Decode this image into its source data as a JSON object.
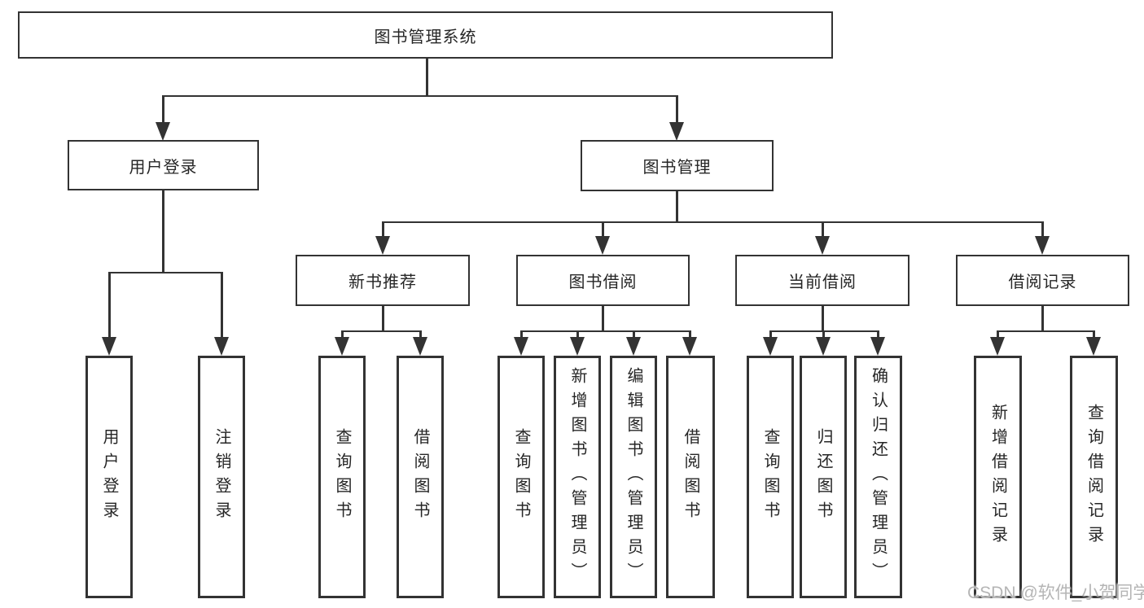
{
  "tree": {
    "label": "图书管理系统",
    "children": [
      {
        "label": "用户登录",
        "children": [
          {
            "label": "用户登录"
          },
          {
            "label": "注销登录"
          }
        ]
      },
      {
        "label": "图书管理",
        "children": [
          {
            "label": "新书推荐",
            "children": [
              {
                "label": "查询图书"
              },
              {
                "label": "借阅图书"
              }
            ]
          },
          {
            "label": "图书借阅",
            "children": [
              {
                "label": "查询图书"
              },
              {
                "label": "新增图书（管理员）"
              },
              {
                "label": "编辑图书（管理员）"
              },
              {
                "label": "借阅图书"
              }
            ]
          },
          {
            "label": "当前借阅",
            "children": [
              {
                "label": "查询图书"
              },
              {
                "label": "归还图书"
              },
              {
                "label": "确认归还（管理员）"
              }
            ]
          },
          {
            "label": "借阅记录",
            "children": [
              {
                "label": "新增借阅记录"
              },
              {
                "label": "查询借阅记录"
              }
            ]
          }
        ]
      }
    ]
  },
  "watermark": {
    "text": "CSDN @软件_小贺同学"
  },
  "colors": {
    "line": "#333333",
    "box_border": "#333333",
    "text": "#262626",
    "watermark": "#b5b5b5"
  }
}
